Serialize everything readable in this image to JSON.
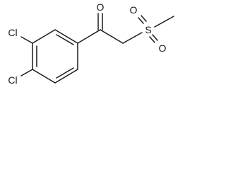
{
  "molecule": {
    "atoms": {
      "cl_top": "Cl",
      "cl_bottom": "Cl",
      "o_carbonyl": "O",
      "s": "S",
      "o_sulfonyl_left": "O",
      "o_sulfonyl_right": "O"
    },
    "colors": {
      "line": "#1a1a1a",
      "background": "#ffffff"
    }
  }
}
